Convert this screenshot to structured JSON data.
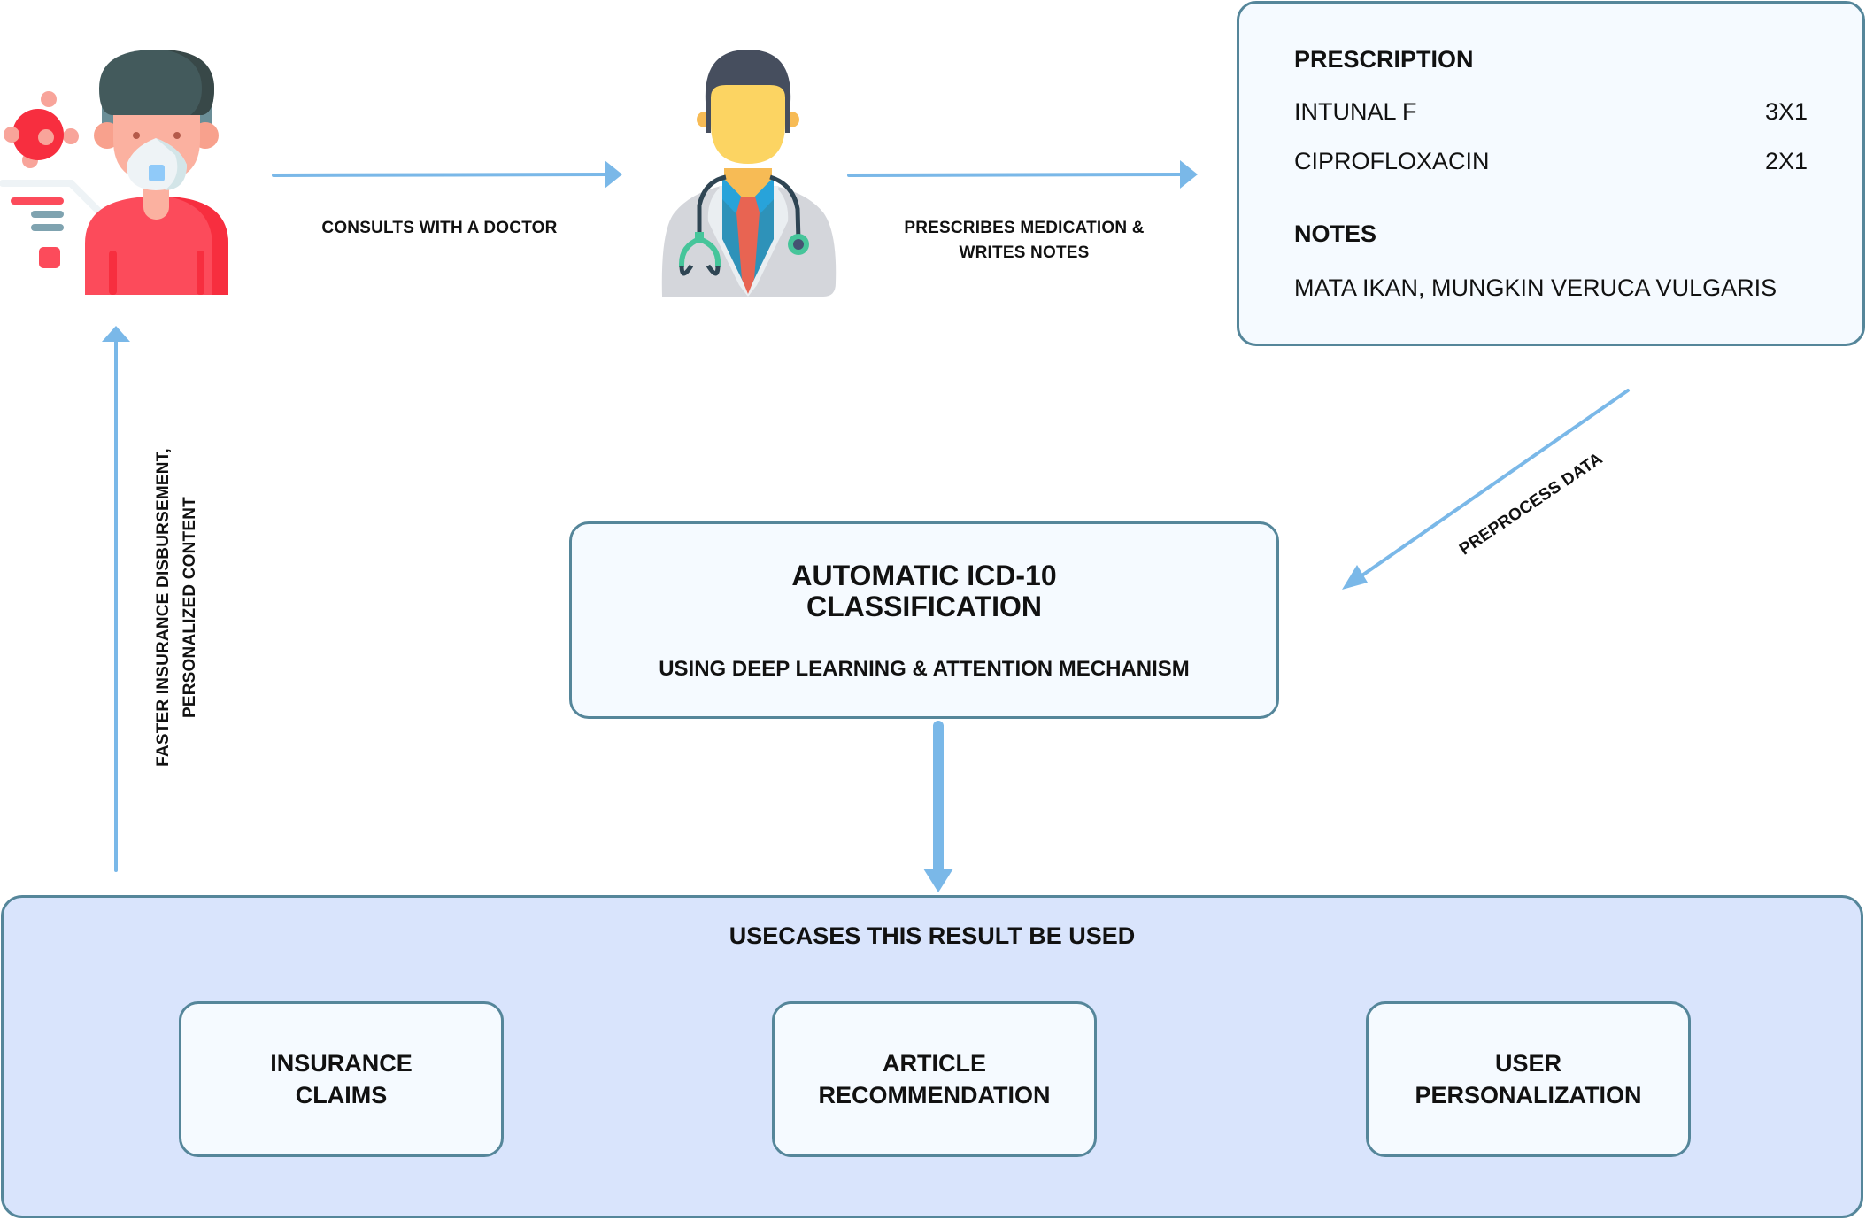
{
  "diagram": {
    "nodes": {
      "patient": {
        "icon": "patient-with-mask-icon"
      },
      "doctor": {
        "icon": "doctor-icon"
      },
      "prescription": {
        "title": "PRESCRIPTION",
        "items": [
          {
            "drug": "INTUNAL F",
            "dosage": "3X1"
          },
          {
            "drug": "CIPROFLOXACIN",
            "dosage": "2X1"
          }
        ],
        "notes_title": "NOTES",
        "notes_text": "MATA IKAN, MUNGKIN VERUCA VULGARIS"
      },
      "classification": {
        "title_line1": "AUTOMATIC ICD-10",
        "title_line2": "CLASSIFICATION",
        "subtitle": "USING DEEP LEARNING & ATTENTION MECHANISM"
      },
      "usecases": {
        "title": "USECASES THIS RESULT BE USED",
        "items": [
          {
            "line1": "INSURANCE",
            "line2": "CLAIMS"
          },
          {
            "line1": "ARTICLE",
            "line2": "RECOMMENDATION"
          },
          {
            "line1": "USER",
            "line2": "PERSONALIZATION"
          }
        ]
      }
    },
    "edges": {
      "patient_to_doctor": "CONSULTS WITH A DOCTOR",
      "doctor_to_prescription_line1": "PRESCRIBES MEDICATION &",
      "doctor_to_prescription_line2": "WRITES NOTES",
      "prescription_to_classification": "PREPROCESS DATA",
      "usecases_to_patient_line1": "FASTER INSURANCE DISBURSEMENT,",
      "usecases_to_patient_line2": "PERSONALIZED CONTENT"
    },
    "colors": {
      "arrow": "#7ab8e8",
      "box_border": "#55869a",
      "box_fill": "#f5faff",
      "panel_fill": "#d9e4fc"
    }
  }
}
